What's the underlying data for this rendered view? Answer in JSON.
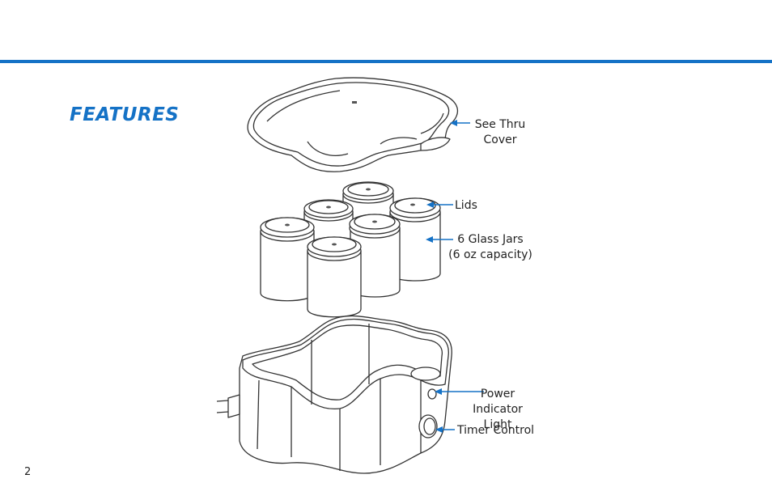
{
  "page": {
    "title": "FEATURES",
    "page_number": "2",
    "accent_color": "#1572c6"
  },
  "callouts": {
    "cover": [
      "See Thru",
      "Cover"
    ],
    "lids": "Lids",
    "jars": [
      "6 Glass Jars",
      "(6 oz capacity)"
    ],
    "power": [
      "Power",
      "Indicator Light"
    ],
    "timer": "Timer Control"
  }
}
